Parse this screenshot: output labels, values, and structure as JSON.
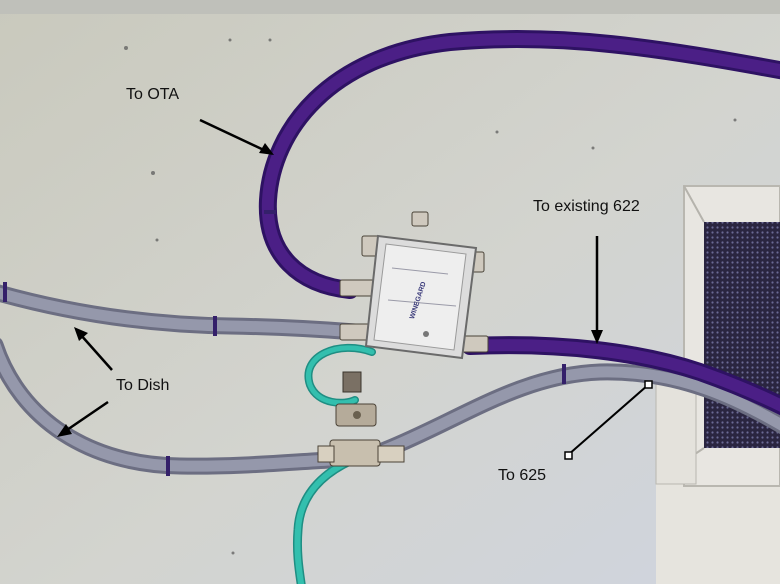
{
  "labels": {
    "ota": "To OTA",
    "existing_622": "To existing 622",
    "dish": "To Dish",
    "r625": "To 625"
  },
  "device": {
    "brand": "WINEGARD"
  },
  "colors": {
    "wall": "#cfd0cf",
    "purple_cable": "#4b1f86",
    "gray_cable": "#8f93a8",
    "green_wire": "#2fb8a8",
    "splitter": "#dcdcdc",
    "arrow": "#000000"
  }
}
